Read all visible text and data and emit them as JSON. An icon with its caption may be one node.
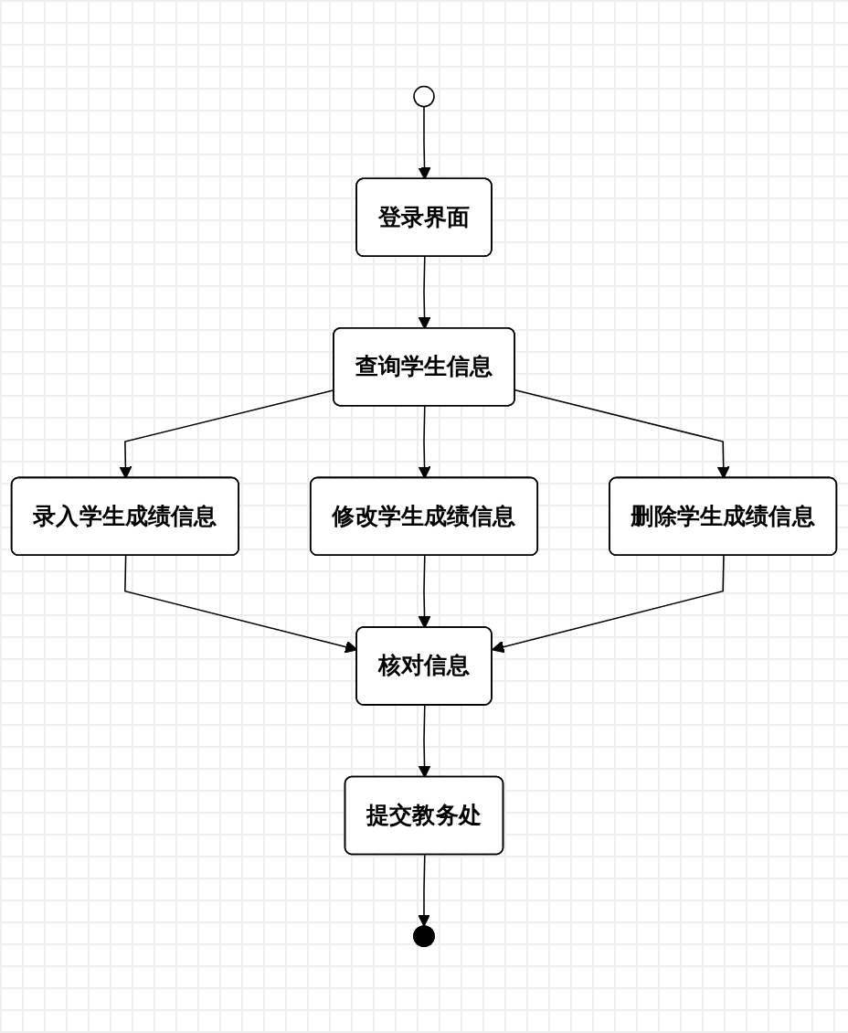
{
  "diagram": {
    "nodes": [
      {
        "text": [],
        "shape": "circle"
      },
      {
        "text": [
          "登录界面"
        ]
      },
      {
        "text": [
          "查询学生信息"
        ]
      },
      {
        "text": [
          "录入学生成绩信息"
        ]
      },
      {
        "text": [
          "修改学生成绩信息"
        ]
      },
      {
        "text": [
          "删除学生成绩信息"
        ]
      },
      {
        "text": [
          "核对信息"
        ]
      },
      {
        "text": [
          "提交教务处"
        ]
      },
      {
        "text": [],
        "shape": "circle"
      }
    ],
    "edges": [
      {
        "from": 0,
        "to": 1,
        "arrow": "to"
      },
      {
        "from": 1,
        "to": 2,
        "arrow": "to"
      },
      {
        "from": 2,
        "to": 3,
        "arrow": "to"
      },
      {
        "from": 2,
        "to": 4,
        "arrow": "to"
      },
      {
        "from": 2,
        "to": 5,
        "arrow": "to"
      },
      {
        "from": 3,
        "to": 6,
        "arrow": "to"
      },
      {
        "from": 4,
        "to": 6,
        "arrow": "to"
      },
      {
        "from": 5,
        "to": 6,
        "arrow": "to"
      },
      {
        "from": 6,
        "to": 7,
        "arrow": "to"
      },
      {
        "from": 7,
        "to": 8,
        "arrow": "to"
      }
    ]
  }
}
